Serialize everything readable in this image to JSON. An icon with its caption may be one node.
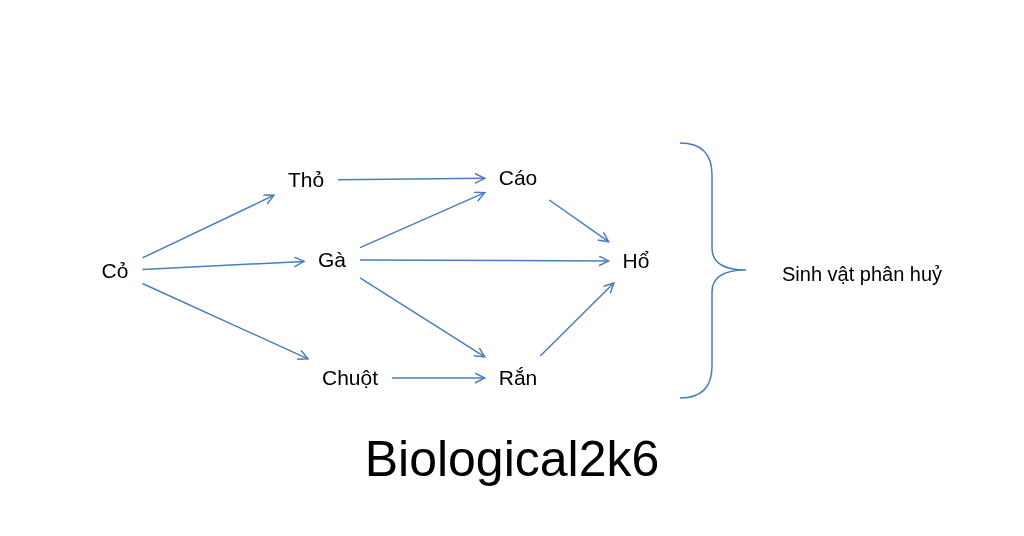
{
  "diagram": {
    "nodes": [
      {
        "text": [
          "Cỏ"
        ]
      },
      {
        "text": [
          "Thỏ"
        ]
      },
      {
        "text": [
          "Gà"
        ]
      },
      {
        "text": [
          "Chuột"
        ]
      },
      {
        "text": [
          "Cáo"
        ]
      },
      {
        "text": [
          "Rắn"
        ]
      },
      {
        "text": [
          "Hổ"
        ]
      }
    ],
    "edges": [
      {
        "from": 0,
        "to": 1,
        "arrow": "to"
      },
      {
        "from": 0,
        "to": 2,
        "arrow": "to"
      },
      {
        "from": 0,
        "to": 3,
        "arrow": "to"
      },
      {
        "from": 1,
        "to": 4,
        "arrow": "to"
      },
      {
        "from": 2,
        "to": 4,
        "arrow": "to"
      },
      {
        "from": 2,
        "to": 6,
        "arrow": "to"
      },
      {
        "from": 2,
        "to": 5,
        "arrow": "to"
      },
      {
        "from": 3,
        "to": 5,
        "arrow": "to"
      },
      {
        "from": 4,
        "to": 6,
        "arrow": "to"
      },
      {
        "from": 5,
        "to": 6,
        "arrow": "to"
      }
    ],
    "labels": [
      "Sinh vật phân huỷ",
      "Biological2k6"
    ]
  }
}
